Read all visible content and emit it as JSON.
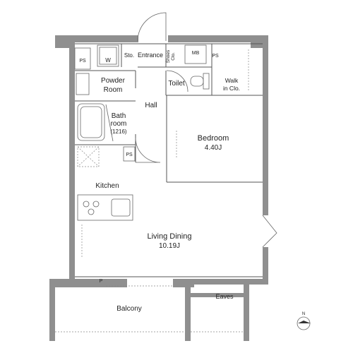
{
  "rooms": {
    "ps1": "PS",
    "w": "W",
    "sto": "Sto.",
    "entrance": "Entrance",
    "shoes": "Shoes",
    "clo": "Clo.",
    "mb": "MB",
    "ps2": "PS",
    "powder_line1": "Powder",
    "powder_line2": "Room",
    "toilet": "Toilet",
    "walkin_line1": "Walk",
    "walkin_line2": "in Clo.",
    "hall": "Hall",
    "bath_line1": "Bath",
    "bath_line2": "room",
    "bath_size": "(1216)",
    "bedroom": "Bedroom",
    "bedroom_area": "4.40J",
    "ps3": "PS",
    "kitchen": "Kitchen",
    "living_dining": "Living Dining",
    "living_dining_area": "10.19J",
    "p": "P",
    "balcony": "Balcony",
    "eaves": "Eaves",
    "north": "N"
  },
  "colors": {
    "wall": "#8f8f8f",
    "line": "#555555",
    "background": "#ffffff"
  }
}
